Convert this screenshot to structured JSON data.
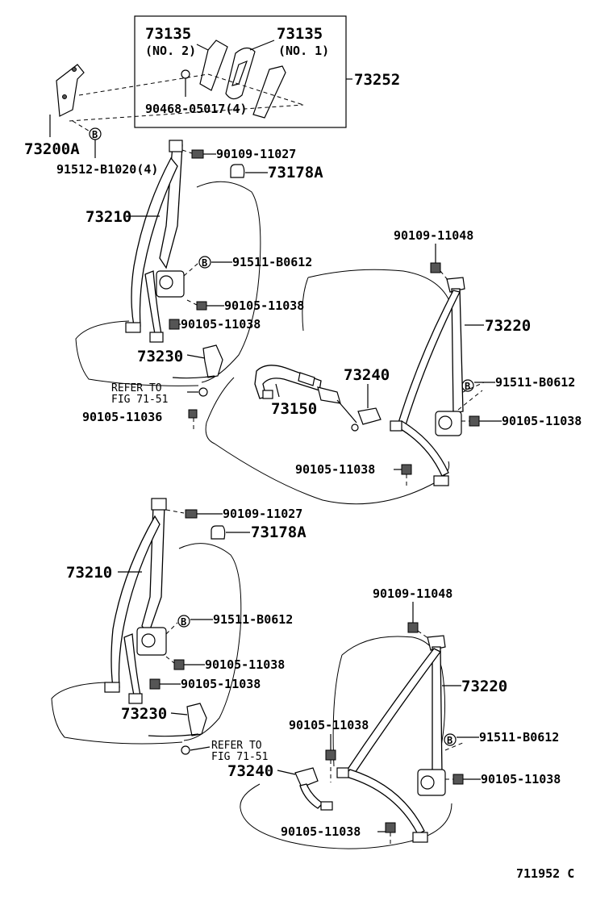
{
  "inset_box": {
    "shield_no2_number": "73135",
    "shield_no2_note": "(NO. 2)",
    "shield_no1_number": "73135",
    "shield_no1_note": "(NO. 1)",
    "screw_label": "90468-05017(4)",
    "assembly_label": "73252"
  },
  "upper": {
    "bracket_label": "73200A",
    "bracket_bolt_label": "91512-B1020(4)",
    "top_bolt_label": "90109-11027",
    "cap_label": "73178A",
    "front_belt_label": "73210",
    "retractor_bolt_label": "91511-B0612",
    "bolt_a_label": "90105-11038",
    "bolt_b_label": "90105-11038",
    "buckle_label": "73230",
    "refer_line1": "REFER TO",
    "refer_line2": "FIG 71-51",
    "floor_bolt_label": "90105-11036",
    "center_belt_label": "73150",
    "center_buckle_label": "73240",
    "rear_top_bolt_label": "90109-11048",
    "rear_belt_label": "73220",
    "rear_retractor_bolt_label": "91511-B0612",
    "rear_bolt_label": "90105-11038",
    "rear_floor_bolt_label": "90105-11038"
  },
  "lower": {
    "top_bolt_label": "90109-11027",
    "cap_label": "73178A",
    "front_belt_label": "73210",
    "retractor_bolt_label": "91511-B0612",
    "bolt_a_label": "90105-11038",
    "bolt_b_label": "90105-11038",
    "buckle_label": "73230",
    "refer_line1": "REFER TO",
    "refer_line2": "FIG 71-51",
    "rear_top_bolt_label": "90109-11048",
    "rear_belt_label": "73220",
    "rear_retractor_bolt_label": "91511-B0612",
    "rear_bolt_label": "90105-11038",
    "mid_bolt_label": "90105-11038",
    "buckle2_label": "73240",
    "floor_bolt_label": "90105-11038"
  },
  "marker_letter": "B",
  "figure_code": "711952 C"
}
